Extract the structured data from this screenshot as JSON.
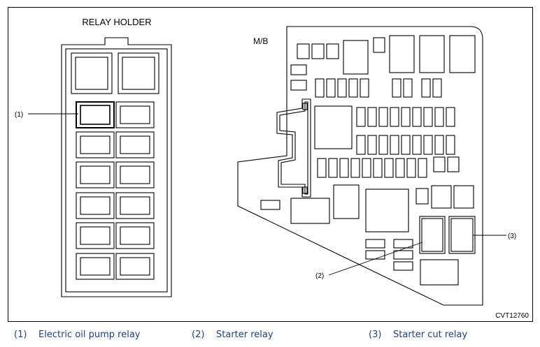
{
  "diagram": {
    "relay_holder_title": "RELAY HOLDER",
    "mb_label": "M/B",
    "callouts": {
      "c1": "(1)",
      "c2": "(2)",
      "c3": "(3)"
    },
    "figure_code": "CVT12760"
  },
  "legend": [
    {
      "num": "(1)",
      "text": "Electric oil pump relay"
    },
    {
      "num": "(2)",
      "text": "Starter relay"
    },
    {
      "num": "(3)",
      "text": "Starter cut relay"
    }
  ],
  "colors": {
    "legend_text": "#1f3f8f",
    "line": "#000000"
  }
}
